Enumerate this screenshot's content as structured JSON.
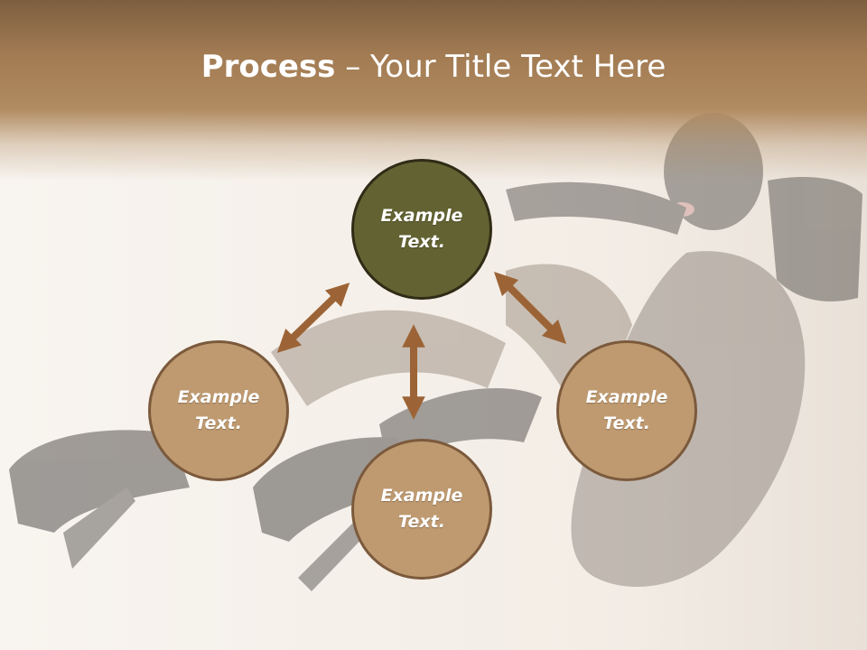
{
  "title": {
    "bold": "Process",
    "rest": " – Your Title Text Here"
  },
  "nodes": {
    "top": "Example Text.",
    "left": "Example Text.",
    "right": "Example Text.",
    "bottom": "Example Text."
  },
  "colors": {
    "header": "#a27b53",
    "node_top_fill": "#636232",
    "node_fill": "#bf9a70",
    "node_border": "#7b5a3c",
    "arrow": "#9c6436"
  },
  "icons": {
    "arrow_top_left": "double-arrow-icon",
    "arrow_top_right": "double-arrow-icon",
    "arrow_vertical": "double-arrow-icon"
  }
}
